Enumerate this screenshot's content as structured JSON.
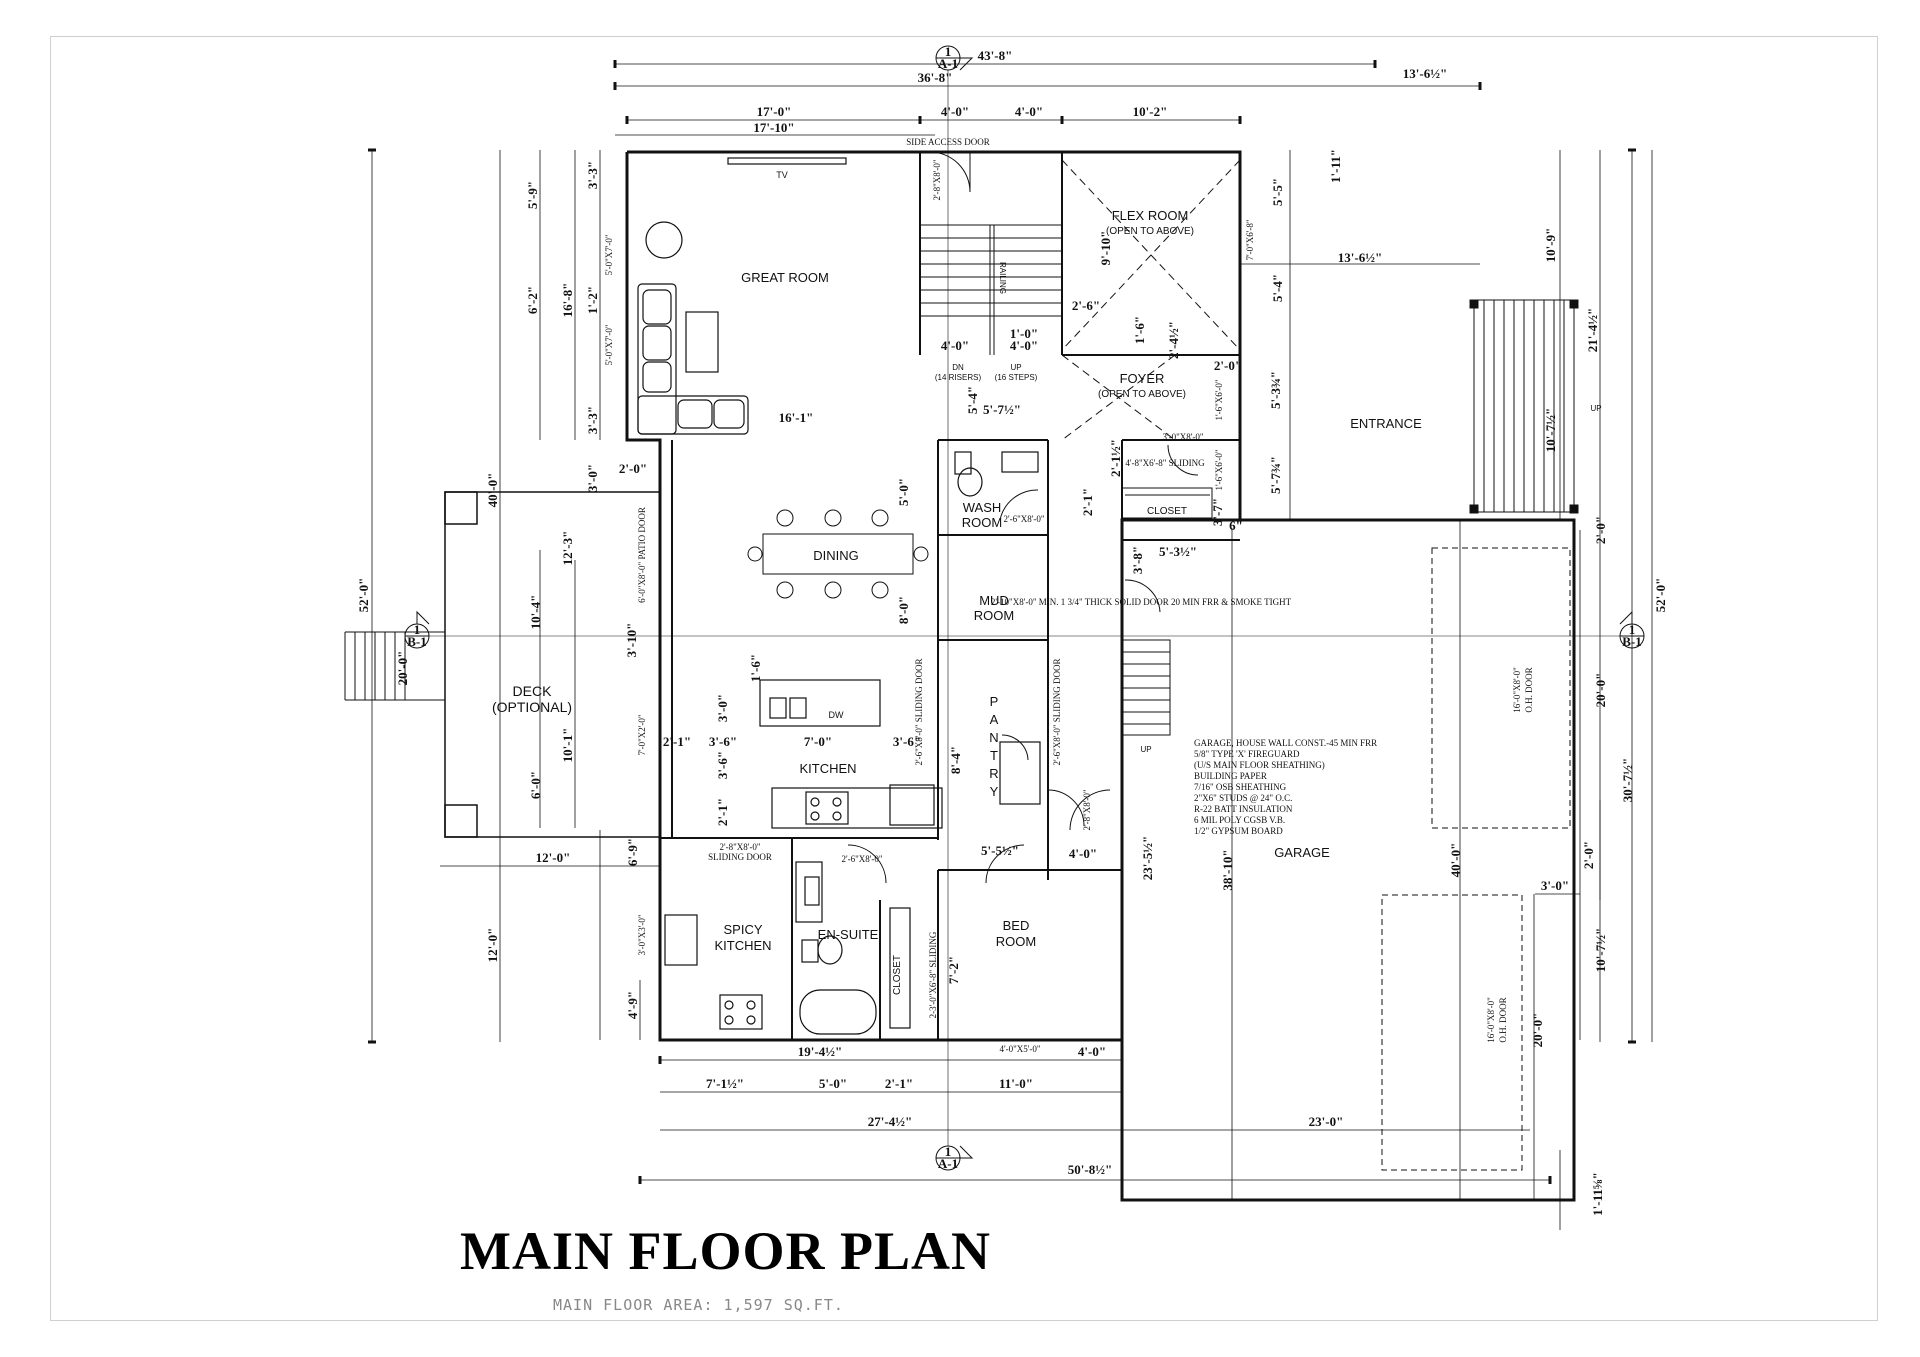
{
  "title": "MAIN FLOOR PLAN",
  "subtitle": "MAIN FLOOR AREA: 1,597 SQ.FT.",
  "rooms": {
    "great_room": "GREAT ROOM",
    "tv": "TV",
    "flex_room": "FLEX ROOM",
    "flex_room_note": "(OPEN TO ABOVE)",
    "foyer": "FOYER",
    "foyer_note": "(OPEN TO ABOVE)",
    "entrance": "ENTRANCE",
    "dining": "DINING",
    "wash_room_1": "WASH",
    "wash_room_2": "ROOM",
    "closet_1": "CLOSET",
    "mud_room_1": "MUD",
    "mud_room_2": "ROOM",
    "deck_1": "DECK",
    "deck_2": "(OPTIONAL)",
    "kitchen": "KITCHEN",
    "dw": "DW",
    "pantry": [
      "P",
      "A",
      "N",
      "T",
      "R",
      "Y"
    ],
    "garage": "GARAGE",
    "spicy_kitchen_1": "SPICY",
    "spicy_kitchen_2": "KITCHEN",
    "en_suite": "EN-SUITE",
    "closet_2": "CLOSET",
    "bed_room_1": "BED",
    "bed_room_2": "ROOM",
    "stairs_dn_1": "DN",
    "stairs_dn_2": "(14 RISERS)",
    "stairs_up_1": "UP",
    "stairs_up_2": "(16 STEPS)",
    "up": "UP",
    "up_garage": "UP",
    "railing": "RAILING"
  },
  "door_labels": {
    "side_access": "SIDE ACCESS DOOR",
    "d_2_8x8": "2'-8\"X8'-0\"",
    "patio": "6'-0\"X8'-0\" PATIO DOOR",
    "wash_door": "2'-6\"X8'-0\"",
    "foyer_door": "3'-0\"X8'-0\"",
    "sliding_closet": "4'-8\"X6'-8\" SLIDING",
    "fire_door": "2'-10\"X8'-0\" MIN. 1 3/4\" THICK SOLID DOOR 20 MIN FRR & SMOKE TIGHT",
    "kitchen_sliding": "2'-6\"X8'-0\" SLIDING DOOR",
    "pantry_sliding": "2'-6\"X8'-0\" SLIDING DOOR",
    "spicy_sliding_1": "2'-8\"X8'-0\"",
    "spicy_sliding_2": "SLIDING DOOR",
    "ensuite_door": "2'-6\"X8'-0\"",
    "bed_door": "2'-8\"X8'-0\"",
    "closet_sliding": "2-3'-0\"X6'-8\" SLIDING",
    "window_bed": "4'-0\"X5'-0\"",
    "garage_door_1a": "16'-0\"X8'-0\"",
    "garage_door_1b": "O.H. DOOR",
    "garage_door_2a": "16'-0\"X8'-0\"",
    "garage_door_2b": "O.H. DOOR",
    "win_great_1": "5'-0\"X7'-0\"",
    "win_great_2": "5'-0\"X7'-0\"",
    "win_deck": "7'-0\"X2'-0\"",
    "win_spicy": "3'-0\"X3'-0\"",
    "win_flex": "7'-0\"X6'-8\"",
    "win_foyer": "1'-6\"X6'-0\"",
    "win_foyer2": "1'-6\"X6'-0\""
  },
  "garage_note": [
    "GARAGE, HOUSE WALL CONST.-45 MIN FRR",
    "5/8\" TYPE 'X' FIREGUARD",
    "(U/S MAIN FLOOR SHEATHING)",
    "BUILDING PAPER",
    "7/16\" OSB SHEATHING",
    "2\"X6\" STUDS @ 24\" O.C.",
    "R-22 BATT INSULATION",
    "6 MIL POLY CGSB V.B.",
    "1/2\" GYPSUM BOARD"
  ],
  "section_markers": {
    "top_num": "1",
    "top_ref": "A-1",
    "bottom_num": "1",
    "bottom_ref": "A-1",
    "left_num": "1",
    "left_ref": "B-1",
    "right_num": "1",
    "right_ref": "B-1"
  },
  "dimensions": {
    "top_overall": "43'-8\"",
    "top_36_8": "36'-8\"",
    "top_13_6": "13'-6½\"",
    "top_17_0": "17'-0\"",
    "top_17_10": "17'-10\"",
    "top_4_0a": "4'-0\"",
    "top_4_0b": "4'-0\"",
    "top_10_2": "10'-2\"",
    "flex_13_6": "13'-6½\"",
    "flex_9_10": "9'-10\"",
    "flex_2_6": "2'-6\"",
    "flex_4_0": "4'-0\"",
    "flex_1_0": "1'-0\"",
    "flex_4_0b": "4'-0\"",
    "foyer_2_4": "2'-4½\"",
    "foyer_1_6": "1'-6\"",
    "foyer_2_0": "2'-0\"",
    "foyer_5_3": "5'-3¾\"",
    "foyer_5_7": "5'-7¾\"",
    "right_1_11": "1'-11\"",
    "right_5_5": "5'-5\"",
    "right_5_4": "5'-4\"",
    "right_10_9": "10'-9\"",
    "right_21_4": "21'-4½\"",
    "right_10_7": "10'-7½\"",
    "right_2_0": "2'-0\"",
    "right_52_0": "52'-0\"",
    "right_20_0": "20'-0\"",
    "right_30_7": "30'-7½\"",
    "right_2_0b": "2'-0\"",
    "right_3_0": "3'-0\"",
    "right_10_7b": "10'-7½\"",
    "right_20_0b": "20'-0\"",
    "right_40_0": "40'-0\"",
    "right_38_10": "38'-10\"",
    "right_23_5": "23'-5½\"",
    "left_52_0": "52'-0\"",
    "left_40_0": "40'-0\"",
    "left_12_0": "12'-0\"",
    "left_5_9": "5'-9\"",
    "left_3_3a": "3'-3\"",
    "left_6_2": "6'-2\"",
    "left_16_8": "16'-8\"",
    "left_1_2": "1'-2\"",
    "left_3_3b": "3'-3\"",
    "left_3_0": "3'-0\"",
    "left_2_0": "2'-0\"",
    "left_12_3": "12'-3\"",
    "left_10_4": "10'-4\"",
    "left_20_0": "20'-0\"",
    "left_10_1": "10'-1\"",
    "left_6_0": "6'-0\"",
    "left_12_0b": "12'-0\"",
    "left_6_9": "6'-9\"",
    "left_4_9": "4'-9\"",
    "great_16_1": "16'-1\"",
    "mid_5_4": "5'-4\"",
    "mid_5_7": "5'-7½\"",
    "mid_5_0": "5'-0\"",
    "mid_8_0": "8'-0\"",
    "mid_2_1": "2'-1\"",
    "mid_2_1b": "2'-1½\"",
    "mid_3_7": "3'-7\"",
    "mid_6": "6\"",
    "mid_3_8": "3'-8\"",
    "mid_5_3": "5'-3½\"",
    "kit_3_10": "3'-10\"",
    "kit_1_6": "1'-6\"",
    "kit_3_0": "3'-0\"",
    "kit_2_1": "2'-1\"",
    "kit_3_6a": "3'-6\"",
    "kit_7_0": "7'-0\"",
    "kit_3_6b": "3'-6\"",
    "kit_3_6c": "3'-6\"",
    "kit_2_1b": "2'-1\"",
    "kit_8_4": "8'-4\"",
    "bed_5_5": "5'-5½\"",
    "bed_4_0": "4'-0\"",
    "bed_7_2": "7'-2\"",
    "bed_4_0b": "4'-0\"",
    "bot_19_4": "19'-4½\"",
    "bot_7_1": "7'-1½\"",
    "bot_5_0": "5'-0\"",
    "bot_2_1": "2'-1\"",
    "bot_11_0": "11'-0\"",
    "bot_27_4": "27'-4½\"",
    "bot_23_0": "23'-0\"",
    "bot_50_8": "50'-8½\"",
    "bot_1_11": "1'-11⅝\""
  }
}
